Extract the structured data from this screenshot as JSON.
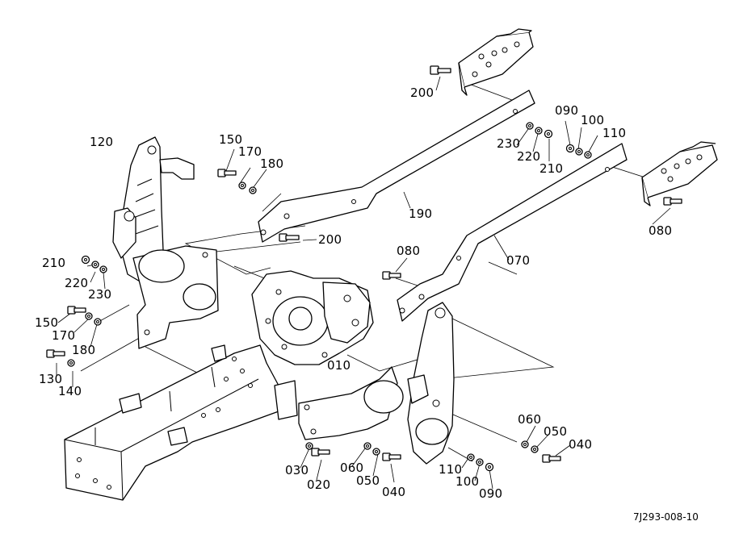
{
  "diagram": {
    "code": "7J293-008-10",
    "callouts": [
      "200",
      "230",
      "220",
      "210",
      "090",
      "100",
      "110",
      "120",
      "150",
      "170",
      "180",
      "190",
      "200",
      "080",
      "070",
      "210",
      "220",
      "230",
      "080",
      "150",
      "170",
      "180",
      "130",
      "140",
      "010",
      "060",
      "050",
      "040",
      "030",
      "020",
      "060",
      "050",
      "040",
      "110",
      "100",
      "090"
    ]
  }
}
